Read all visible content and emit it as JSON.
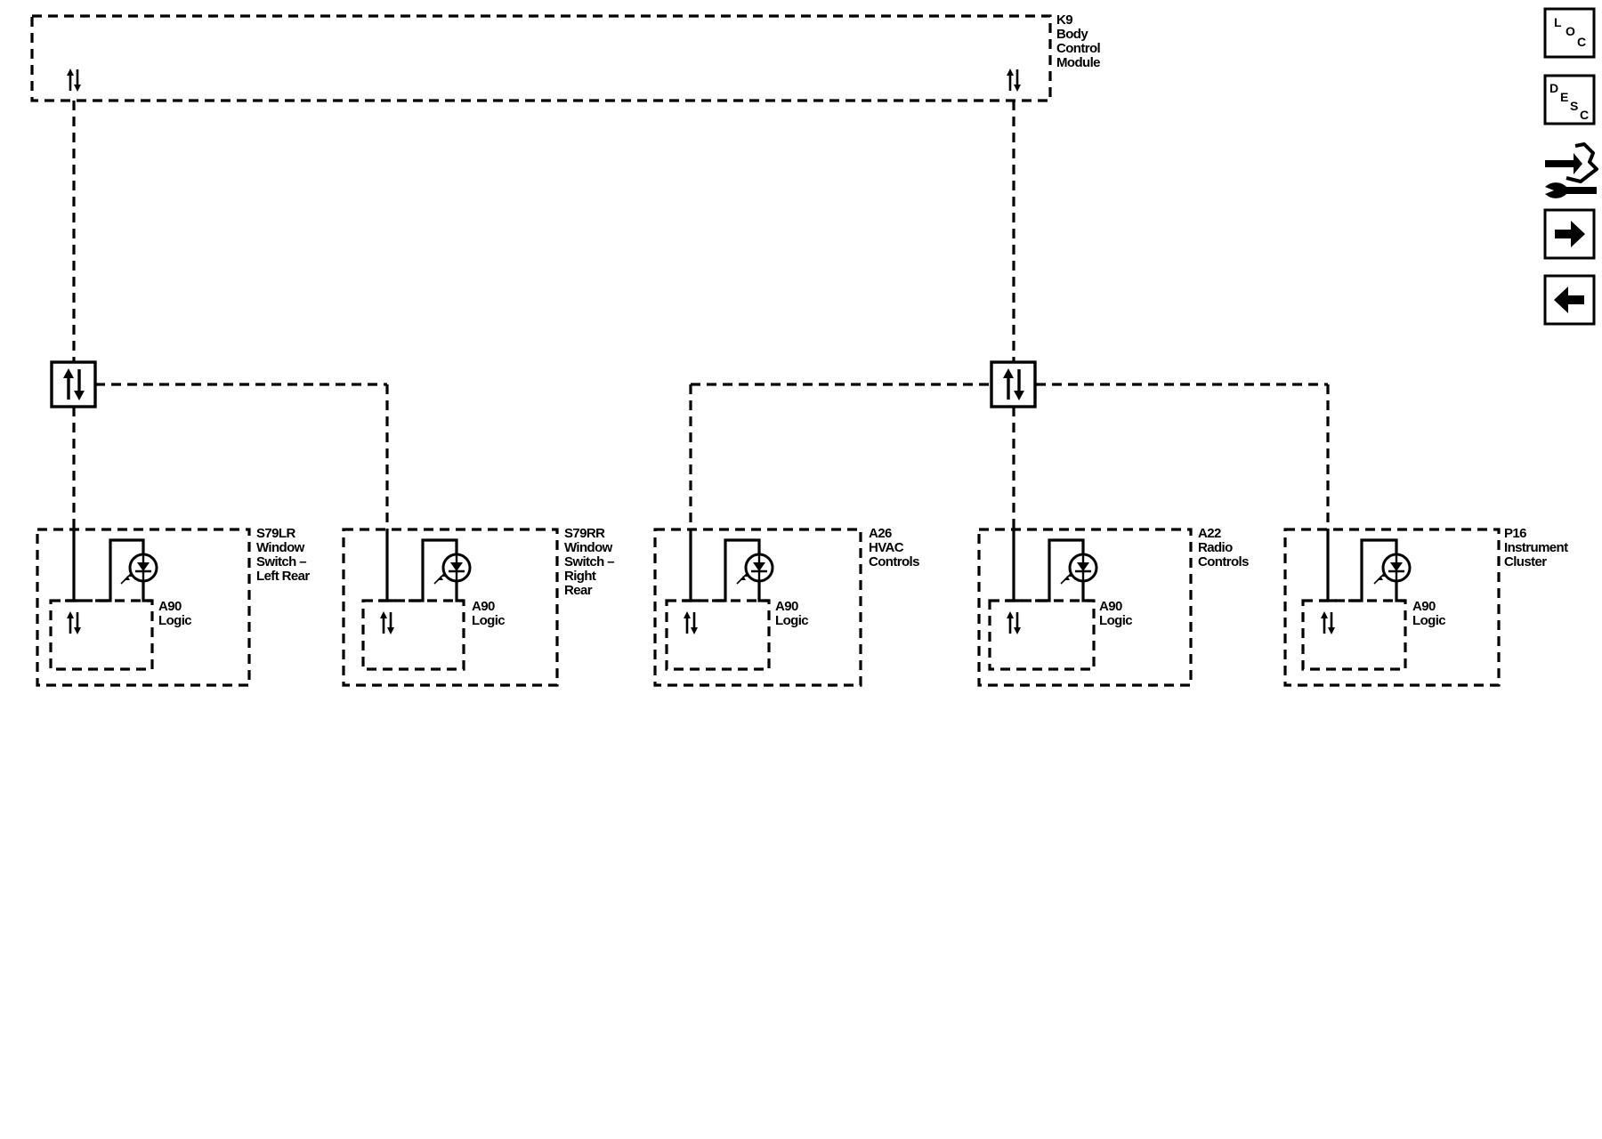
{
  "diagram": {
    "bcm": {
      "lines": [
        "K9",
        "Body",
        "Control",
        "Module"
      ]
    },
    "modules": [
      {
        "id": "s79lr",
        "lines": [
          "S79LR",
          "Window",
          "Switch –",
          "Left Rear"
        ],
        "logic": [
          "A90",
          "Logic"
        ]
      },
      {
        "id": "s79rr",
        "lines": [
          "S79RR",
          "Window",
          "Switch –",
          "Right",
          "Rear"
        ],
        "logic": [
          "A90",
          "Logic"
        ]
      },
      {
        "id": "a26",
        "lines": [
          "A26",
          "HVAC",
          "Controls"
        ],
        "logic": [
          "A90",
          "Logic"
        ]
      },
      {
        "id": "a22",
        "lines": [
          "A22",
          "Radio",
          "Controls"
        ],
        "logic": [
          "A90",
          "Logic"
        ]
      },
      {
        "id": "p16",
        "lines": [
          "P16",
          "Instrument",
          "Cluster"
        ],
        "logic": [
          "A90",
          "Logic"
        ]
      }
    ]
  },
  "toolbar": {
    "loc": {
      "letters": [
        "L",
        "O",
        "C"
      ],
      "icon": "loc-icon"
    },
    "desc": {
      "letters": [
        "D",
        "E",
        "S",
        "C"
      ],
      "icon": "desc-icon"
    },
    "tools": {
      "icon": "wrench-connector-icon"
    },
    "next": {
      "icon": "arrow-right-icon"
    },
    "prev": {
      "icon": "arrow-left-icon"
    }
  }
}
